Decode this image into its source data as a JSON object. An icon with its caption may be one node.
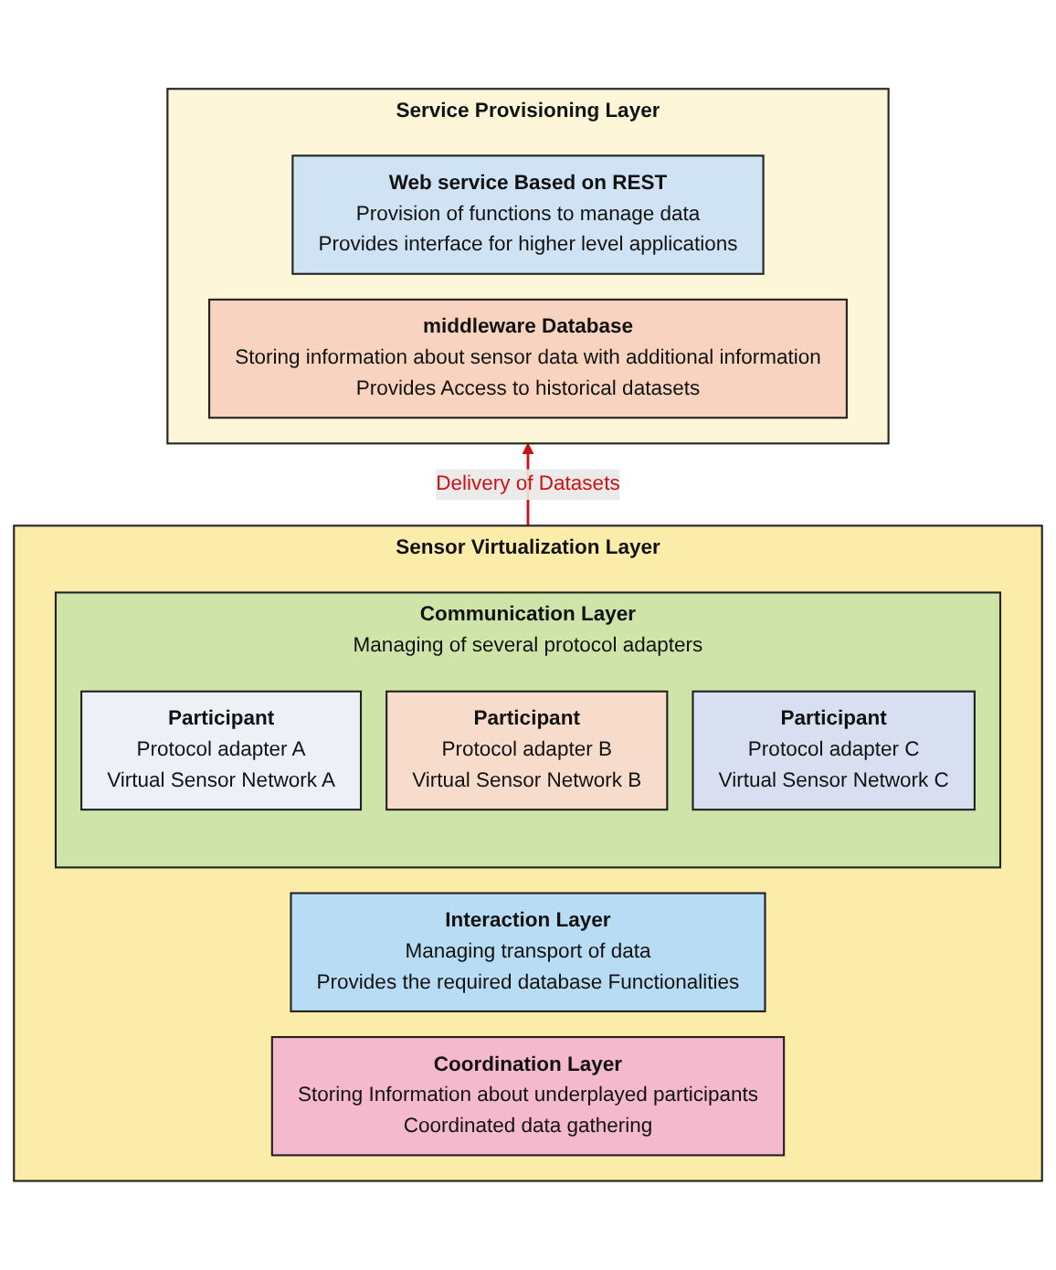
{
  "diagram": {
    "nodes": [
      {
        "text": [
          "Service Provisioning Layer"
        ]
      },
      {
        "text": [
          "Web service Based on REST",
          "Provision of functions to manage data",
          "Provides interface for higher level applications"
        ],
        "in": 0
      },
      {
        "text": [
          "middleware Database",
          "Storing information about sensor data with additional information",
          "Provides Access to historical datasets"
        ],
        "in": 0
      },
      {
        "text": [
          "Sensor Virtualization Layer"
        ]
      },
      {
        "text": [
          "Interaction Layer",
          "Managing transport of data",
          "Provides the required database Functionalities"
        ],
        "in": 3
      },
      {
        "text": [
          "Coordination Layer",
          "Storing Information about underplayed participants",
          "Coordinated data gathering"
        ],
        "in": 3
      },
      {
        "text": [
          "Communication Layer",
          "Managing of several protocol adapters"
        ],
        "in": 3
      },
      {
        "text": [
          "Participant",
          "Protocol adapter A",
          "Virtual Sensor Network A"
        ],
        "in": 6
      },
      {
        "text": [
          "Participant",
          "Protocol adapter B",
          "Virtual Sensor Network B"
        ],
        "in": 6
      },
      {
        "text": [
          "Participant",
          "Protocol adapter C",
          "Virtual Sensor Network C"
        ],
        "in": 6
      }
    ],
    "edges": [
      {
        "from": 3,
        "to": 0,
        "arrow": "to",
        "label": "Delivery of Datasets",
        "color": "#d01010"
      }
    ]
  }
}
